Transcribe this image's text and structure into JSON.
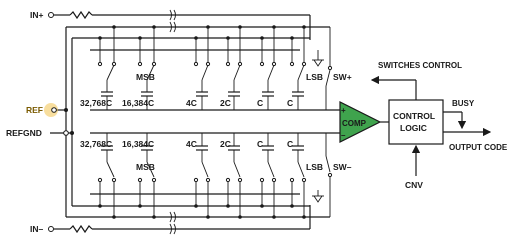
{
  "inputs": {
    "in_plus": "IN+",
    "in_minus": "IN–",
    "ref": "REF",
    "refgnd": "REFGND",
    "cnv": "CNV"
  },
  "cap_array": {
    "top_caps": [
      "32,768C",
      "16,384C",
      "4C",
      "2C",
      "C",
      "C"
    ],
    "bottom_caps": [
      "32,768C",
      "16,384C",
      "4C",
      "2C",
      "C",
      "C"
    ],
    "msb_top": "MSB",
    "msb_bottom": "MSB",
    "lsb_top": "LSB",
    "lsb_bottom": "LSB",
    "sw_plus": "SW+",
    "sw_minus": "SW–"
  },
  "comparator": {
    "label": "COMP",
    "plus": "+",
    "minus": "–",
    "fill_color": "#3fa34d"
  },
  "control": {
    "line1": "CONTROL",
    "line2": "LOGIC",
    "fill_color": "#ffffff"
  },
  "outputs": {
    "switches_control": "SWITCHES CONTROL",
    "busy": "BUSY",
    "output_code": "OUTPUT CODE"
  }
}
